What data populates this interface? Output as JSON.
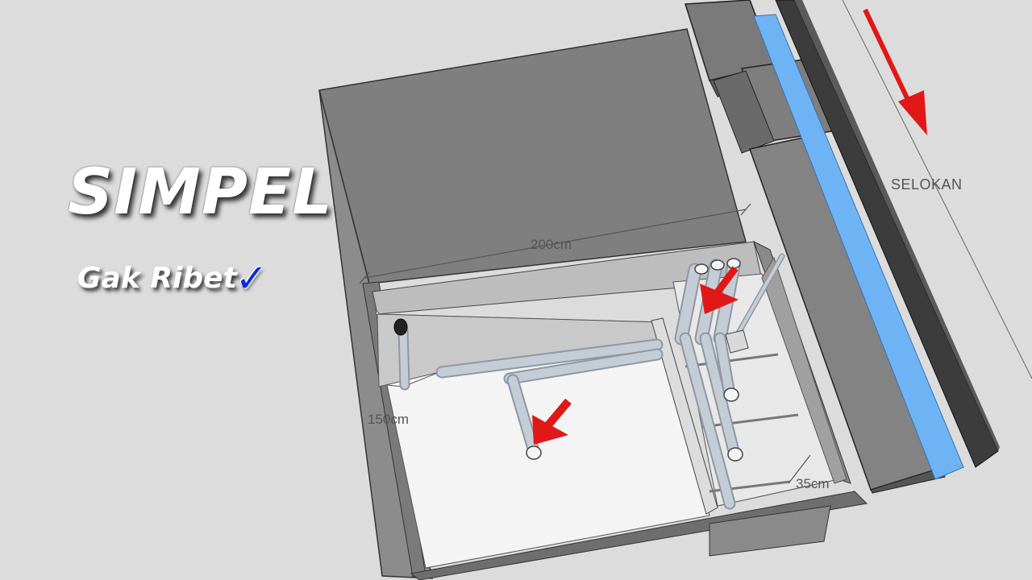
{
  "overlay": {
    "title": "SIMPEL",
    "subtitle": "Gak Ribet",
    "check_glyph": "✓"
  },
  "labels": {
    "width": "200cm",
    "depth": "150cm",
    "partition": "35cm",
    "drain": "SELOKAN"
  },
  "colors": {
    "background": "#dcdcdc",
    "arrow": "#e01818",
    "water": "#6eb4f5",
    "check": "#0d2bd8",
    "pipe": "#c4cdd6"
  },
  "icons": [
    "flow-arrow-icon",
    "checkmark-icon"
  ]
}
